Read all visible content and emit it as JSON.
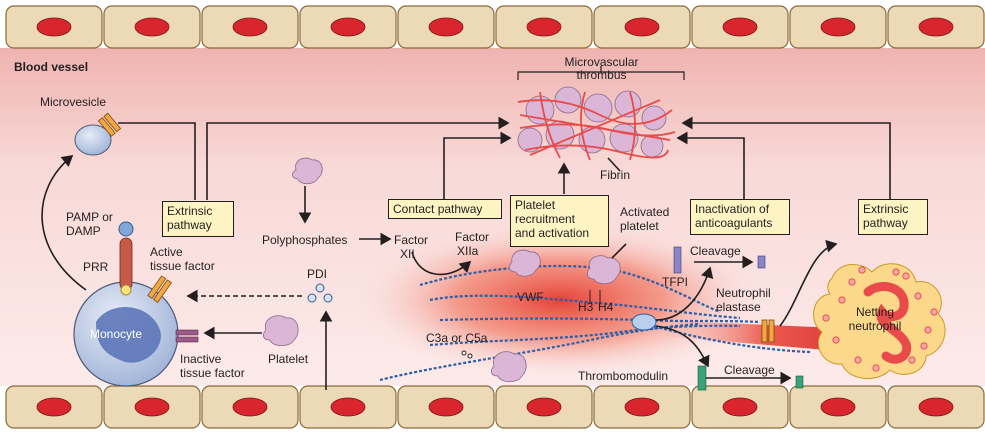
{
  "labels": {
    "blood_vessel": "Blood vessel",
    "microvesicle": "Microvesicle",
    "pamp_or": "PAMP or",
    "damp": "DAMP",
    "prr": "PRR",
    "active_tf_1": "Active",
    "active_tf_2": "tissue factor",
    "monocyte": "Monocyte",
    "inactive_tf_1": "Inactive",
    "inactive_tf_2": "tissue factor",
    "polyphosphates": "Polyphosphates",
    "pdi": "PDI",
    "platelet": "Platelet",
    "factor_xii_1": "Factor",
    "factor_xii_2": "XII",
    "factor_xiia_1": "Factor",
    "factor_xiia_2": "XIIa",
    "microvascular_1": "Microvascular",
    "microvascular_2": "thrombus",
    "fibrin": "Fibrin",
    "activated_platelet_1": "Activated",
    "activated_platelet_2": "platelet",
    "vwf": "VWF",
    "h3": "H3",
    "h4": "H4",
    "tfpi": "TFPI",
    "cleavage_top": "Cleavage",
    "cleavage_bottom": "Cleavage",
    "neutrophil_elastase_1": "Neutrophil",
    "neutrophil_elastase_2": "elastase",
    "netting_1": "Netting",
    "netting_2": "neutrophil",
    "c3a_c5a": "C3a or C5a",
    "thrombomodulin": "Thrombomodulin"
  },
  "boxes": {
    "extrinsic_left_1": "Extrinsic",
    "extrinsic_left_2": "pathway",
    "contact": "Contact pathway",
    "platelet_recruit_1": "Platelet",
    "platelet_recruit_2": "recruitment",
    "platelet_recruit_3": "and activation",
    "inactivation_1": "Inactivation of",
    "inactivation_2": "anticoagulants",
    "extrinsic_right_1": "Extrinsic",
    "extrinsic_right_2": "pathway"
  },
  "colors": {
    "endothelial_cell": "#ecd9b5",
    "endothelial_nucleus": "#d9252e",
    "vessel_lumen_top": "#f3c0bd",
    "vessel_lumen_bottom": "#fbe7e6",
    "box_fill": "#fdf3c3",
    "monocyte": "#b8c7e3",
    "platelet": "#d9b4d4",
    "fibrin": "#e94b4b",
    "net_dna": "#2c5ea8",
    "neutrophil": "#fcd88a"
  }
}
